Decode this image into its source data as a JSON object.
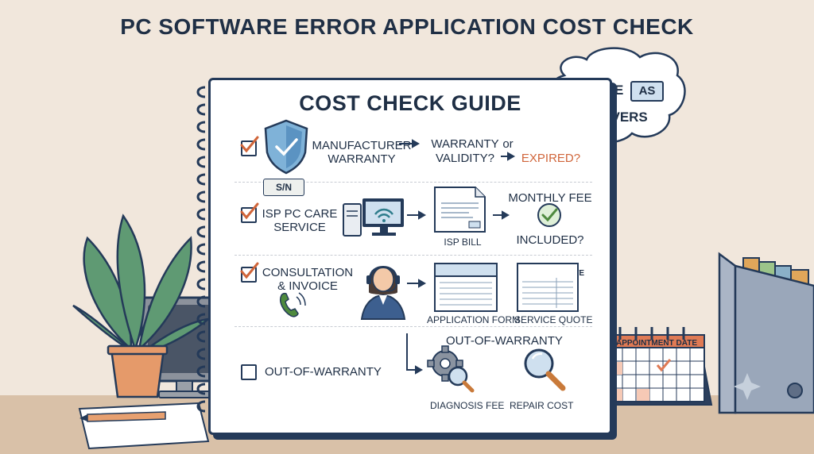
{
  "title": "PC SOFTWARE ERROR APPLICATION COST CHECK",
  "guide_title": "COST CHECK GUIDE",
  "thought_bubble": {
    "remote": "REMOTE",
    "as": "AS",
    "plus": "+",
    "drivers": "DRIVERS"
  },
  "rows": [
    {
      "checked": true,
      "label_line1": "MANUFACTURER",
      "label_line2": "WARRANTY",
      "badge": "S/N",
      "question_line1": "WARRANTY",
      "question_line2": "VALIDITY?",
      "or": "or",
      "alt": "EXPIRED?",
      "icon": "shield-check-icon"
    },
    {
      "checked": true,
      "label_line1": "ISP PC CARE",
      "label_line2": "SERVICE",
      "doc_title": "ISP BILL",
      "doc_caption": "ISP BILL",
      "result_line1": "MONTHLY FEE",
      "result_line2": "INCLUDED?",
      "icon": "desktop-wifi-icon"
    },
    {
      "checked": true,
      "label_line1": "CONSULTATION",
      "label_line2": "& INVOICE",
      "form_title": "APPLICATION",
      "form_caption": "APPLICATION FORM",
      "quote_title": "SERVICE QUOTE",
      "quote_caption": "SERVICE QUOTE",
      "icon": "headset-agent-icon"
    },
    {
      "checked": false,
      "label": "OUT-OF-WARRANTY",
      "header": "OUT-OF-WARRANTY",
      "diag_caption": "DIAGNOSIS FEE",
      "repair_caption": "REPAIR COST"
    }
  ],
  "calendar": {
    "label": "APPOINTMENT DATE"
  },
  "colors": {
    "navy": "#243a59",
    "orange": "#d0653a",
    "green": "#4e8a3e",
    "blue": "#cfe0ef",
    "plant": "#5f9a73",
    "wall": "#f1e7dc",
    "desk": "#d9c1a8"
  }
}
